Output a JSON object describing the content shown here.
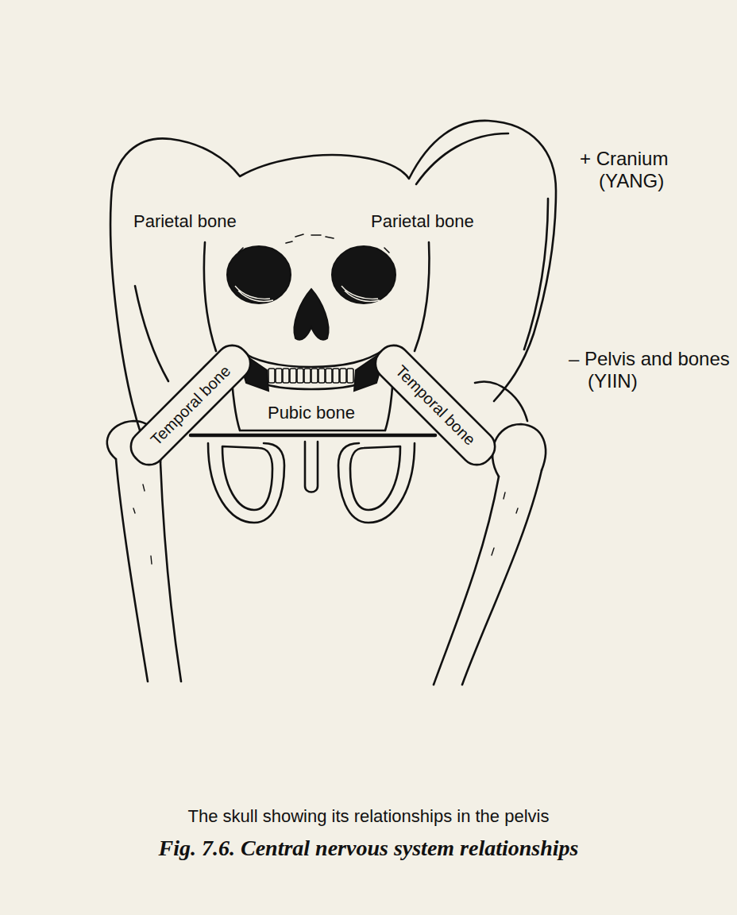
{
  "diagram": {
    "caption": "Fig. 7.6. Central nervous system relationships",
    "labels": [
      "Parietal bone",
      "Parietal bone",
      "+ Cranium (YANG)",
      "Temporal bone",
      "Pubic bone",
      "Temporal bone",
      "– Pelvis and bones (YIIN)",
      "The skull showing its relationships in the pelvis"
    ]
  }
}
